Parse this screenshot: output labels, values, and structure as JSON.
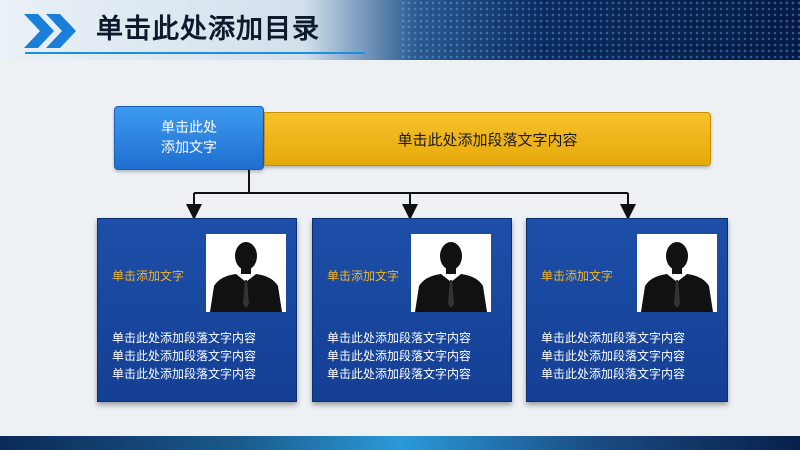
{
  "header": {
    "title": "单击此处添加目录"
  },
  "main": {
    "label_line1": "单击此处",
    "label_line2": "添加文字",
    "bar_text": "单击此处添加段落文字内容"
  },
  "cards": [
    {
      "title": "单击添加文字",
      "lines": [
        "单击此处添加段落文字内容",
        "单击此处添加段落文字内容",
        "单击此处添加段落文字内容"
      ]
    },
    {
      "title": "单击添加文字",
      "lines": [
        "单击此处添加段落文字内容",
        "单击此处添加段落文字内容",
        "单击此处添加段落文字内容"
      ]
    },
    {
      "title": "单击添加文字",
      "lines": [
        "单击此处添加段落文字内容",
        "单击此处添加段落文字内容",
        "单击此处添加段落文字内容"
      ]
    }
  ],
  "colors": {
    "accent_blue": "#1f6fd0",
    "accent_yellow": "#f3b62a",
    "card_blue": "#1d4fa8"
  },
  "icons": {
    "chevrons": "double-chevron-right-icon",
    "person": "person-silhouette-icon"
  }
}
